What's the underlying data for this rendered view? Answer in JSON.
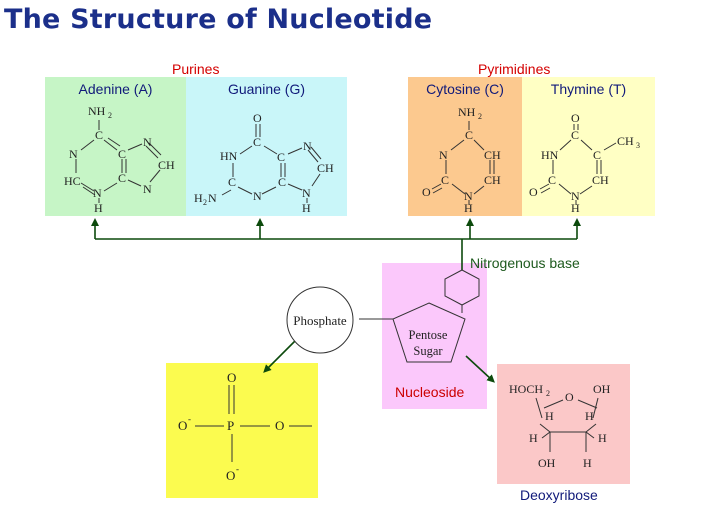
{
  "title": "The Structure of Nucleotide",
  "groups": {
    "purines": "Purines",
    "pyrimidines": "Pyrimidines"
  },
  "bases": [
    {
      "label": "Adenine (A)"
    },
    {
      "label": "Guanine (G)"
    },
    {
      "label": "Cytosine (C)"
    },
    {
      "label": "Thymine (T)"
    }
  ],
  "labels": {
    "nitrogenous_base": "Nitrogenous base",
    "phosphate": "Phosphate",
    "pentose_line1": "Pentose",
    "pentose_line2": "Sugar",
    "nucleoside": "Nucleoside",
    "deoxyribose": "Deoxyribose"
  },
  "colors": {
    "adenine_bg": "#c6f5c6",
    "guanine_bg": "#c9f6f9",
    "cytosine_bg": "#fcc98f",
    "thymine_bg": "#ffffc4",
    "nucleoside_bg": "#fbc8fb",
    "phosphate_bg": "#fbfb4f",
    "deoxyribose_bg": "#fbc8c8",
    "arrow": "#0c4a0c"
  }
}
